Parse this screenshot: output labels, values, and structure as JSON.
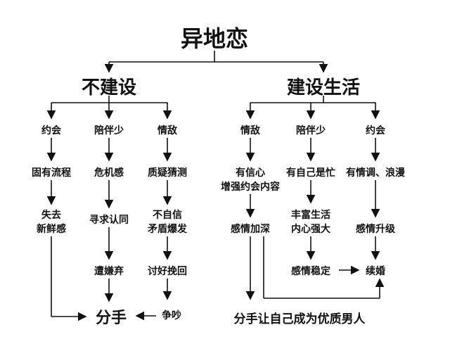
{
  "title": "异地恋",
  "left": {
    "heading": "不建设",
    "col1": [
      "约会",
      "固有流程",
      "失去\n新鲜感"
    ],
    "col2": [
      "陪伴少",
      "危机感",
      "寻求认同",
      "遭嫌弃"
    ],
    "col3": [
      "情敌",
      "质疑猜测",
      "不自信\n矛盾爆发",
      "讨好挽回",
      "争吵"
    ],
    "end": "分手"
  },
  "right": {
    "heading": "建设生活",
    "col1": [
      "情敌",
      "有信心\n增强约会内容",
      "感情加深"
    ],
    "col2": [
      "陪伴少",
      "有自己是忙",
      "丰富生活\n内心强大",
      "感情稳定"
    ],
    "col3": [
      "约会",
      "有情调、浪漫",
      "感情升级",
      "续婚"
    ],
    "end": "分手让自己成为优质男人"
  }
}
